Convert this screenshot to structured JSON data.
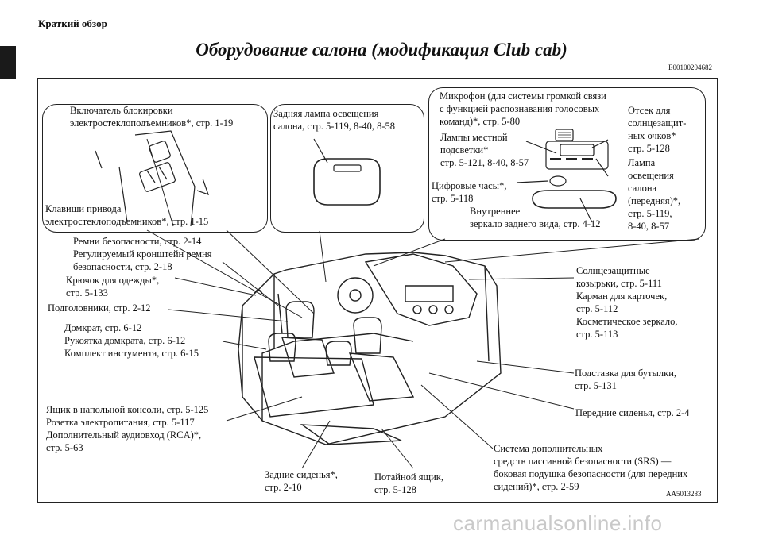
{
  "header": {
    "section": "Краткий обзор",
    "title": "Оборудование салона (модификация Club cab)",
    "doc_id": "E00100204682"
  },
  "callouts": {
    "lock_switch": "Включатель блокировки\nэлектростеклоподъемников*, стр. 1-19",
    "window_keys": "Клавиши привода\nэлектростеклоподъемников*, стр. 1-15",
    "rear_lamp": "Задняя лампа освещения\nсалона, стр. 5-119, 8-40, 8-58",
    "microphone": "Микрофон (для системы громкой связи\nс функцией распознавания голосовых\nкоманд)*, стр. 5-80",
    "glasses": "Отсек для\nсолнцезащит-\nных очков*\nстр. 5-128",
    "map_lamps": "Лампы местной\nподсветки*\nстр. 5-121, 8-40, 8-57",
    "front_lamp": "Лампа\nосвещения\nсалона\n(передняя)*,\nстр. 5-119,\n8-40, 8-57",
    "clock": "Цифровые часы*,\nстр. 5-118",
    "mirror": "Внутреннее\nзеркало заднего  вида, стр. 4-12",
    "belts": "Ремни безопасности, стр. 2-14\nРегулируемый кронштейн ремня\nбезопасности, стр. 2-18",
    "hook": "Крючок для одежды*,\nстр. 5-133",
    "headrests": "Подголовники, стр. 2-12",
    "jack": "Домкрат, стр. 6-12\nРукоятка домкрата, стр. 6-12\nКомплект инстумента, стр. 6-15",
    "console": "Ящик в напольной консоли, стр. 5-125\nРозетка электропитания, стр. 5-117\nДополнительный аудиовход (RCA)*,\nстр. 5-63",
    "sunvisors": "Солнцезащитные\nкозырьки, стр. 5-111\nКарман для карточек,\nстр. 5-112\nКосметическое зеркало,\nстр. 5-113",
    "bottle": "Подставка для бутылки,\nстр. 5-131",
    "front_seats": "Передние сиденья, стр. 2-4",
    "srs": "Система дополнительных\nсредств пассивной безопасности (SRS) —\nбоковая подушка безопасности (для передних\nсидений)*, стр. 2-59",
    "rear_seats": "Задние сиденья*,\nстр. 2-10",
    "hidden_box": "Потайной ящик,\nстр. 5-128"
  },
  "figure_id": "AA5013283",
  "watermark": "carmanualsonline.info"
}
